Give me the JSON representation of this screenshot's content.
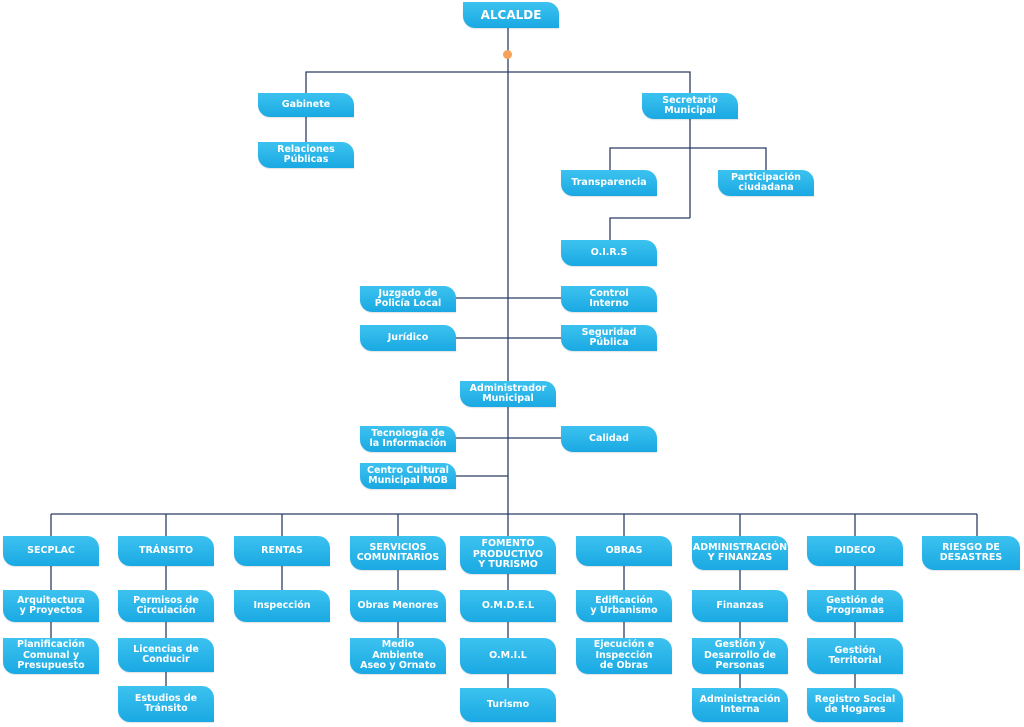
{
  "nodes": {
    "alcalde": "ALCALDE",
    "gabinete": "Gabinete",
    "relaciones_publicas": "Relaciones\nPúblicas",
    "secretario": "Secretario\nMunicipal",
    "transparencia": "Transparencia",
    "participacion": "Participación\nciudadana",
    "oirs": "O.I.R.S",
    "juzgado": "Juzgado de\nPolicía Local",
    "control_interno": "Control\nInterno",
    "juridico": "Jurídico",
    "seguridad_publica": "Seguridad\nPública",
    "administrador": "Administrador\nMunicipal",
    "tecnologia": "Tecnología de\nla Información",
    "calidad": "Calidad",
    "centro_cultural": "Centro Cultural\nMunicipal MOB",
    "secplac": "SECPLAC",
    "arquitectura": "Arquitectura\ny Proyectos",
    "planificacion": "Planificación\nComunal y\nPresupuesto",
    "transito": "TRÁNSITO",
    "permisos": "Permisos de\nCirculación",
    "licencias": "Licencias de\nConducir",
    "estudios": "Estudios de\nTránsito",
    "rentas": "RENTAS",
    "inspeccion": "Inspección",
    "servicios": "SERVICIOS\nCOMUNITARIOS",
    "obras_menores": "Obras Menores",
    "medio_ambiente": "Medio Ambiente\nAseo y Ornato",
    "fomento": "FOMENTO\nPRODUCTIVO\nY TURISMO",
    "omdel": "O.M.D.E.L",
    "omil": "O.M.I.L",
    "turismo": "Turismo",
    "obras": "OBRAS",
    "edificacion": "Edificación\ny Urbanismo",
    "ejecucion": "Ejecución e\nInspección\nde Obras",
    "admin_finanzas": "ADMINISTRACIÓN\nY FINANZAS",
    "finanzas": "Finanzas",
    "gestion_personas": "Gestión y\nDesarrollo de\nPersonas",
    "admin_interna": "Administración\nInterna",
    "dideco": "DIDECO",
    "gestion_programas": "Gestión de\nProgramas",
    "gestion_territorial": "Gestión Territorial",
    "registro_social": "Registro Social\nde Hogares",
    "riesgo": "RIESGO DE\nDESASTRES"
  },
  "colors": {
    "box": "#22b2e8",
    "line": "#2c3e63",
    "dot": "#f7a25b"
  }
}
